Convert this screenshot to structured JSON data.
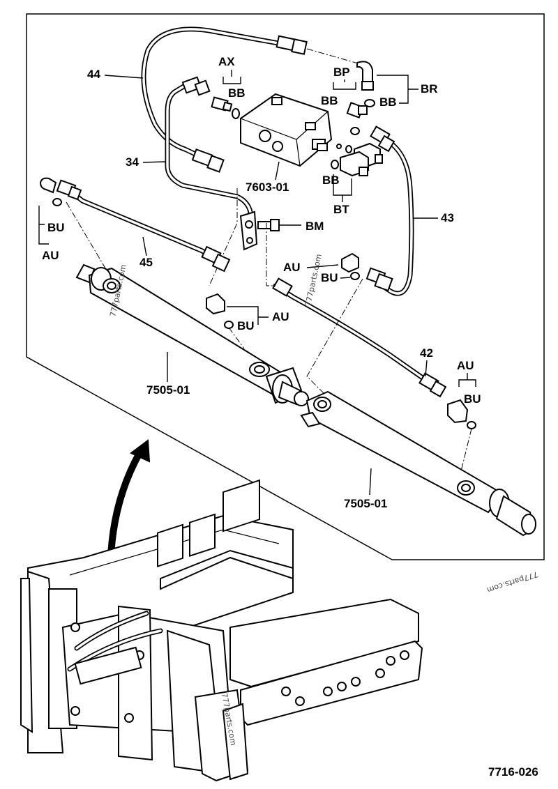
{
  "drawing_number": "7716-026",
  "watermarks": [
    "777parts.com",
    "777parts.com",
    "777parts.com",
    "777parts.com"
  ],
  "callouts": {
    "c44": "44",
    "c34": "34",
    "c45": "45",
    "c43": "43",
    "c42": "42",
    "valve": "7603-01",
    "cyl_left": "7505-01",
    "cyl_right": "7505-01",
    "ax": "AX",
    "bb_ax": "BB",
    "bp": "BP",
    "bb_bp": "BB",
    "bb_br": "BB",
    "br": "BR",
    "bb_bt": "BB",
    "bt": "BT",
    "bm": "BM",
    "bu_left": "BU",
    "au_left": "AU",
    "au_mid": "AU",
    "bu_mid": "BU",
    "bu_low": "BU",
    "au_low": "AU",
    "au_right": "AU",
    "bu_right": "BU"
  }
}
